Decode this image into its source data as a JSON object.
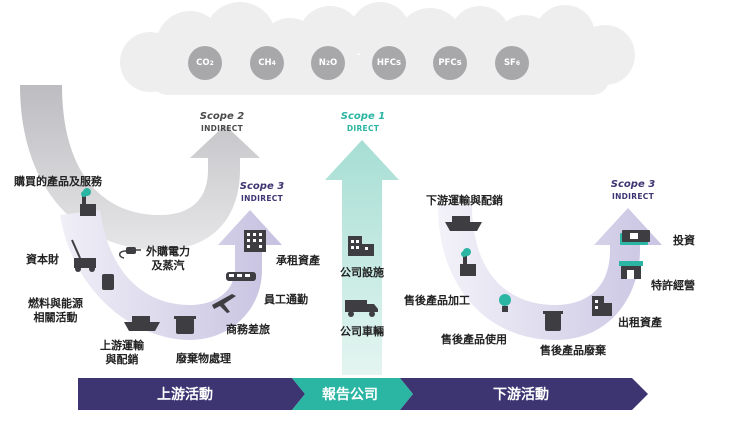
{
  "gases": [
    {
      "label": "CO",
      "sub": "2"
    },
    {
      "label": "CH",
      "sub": "4"
    },
    {
      "label": "N",
      "sub": "2",
      "tail": "O"
    },
    {
      "label": "HFCs"
    },
    {
      "label": "PFCs"
    },
    {
      "label": "SF",
      "sub": "6"
    }
  ],
  "scopes": {
    "scope2": {
      "title": "Scope 2",
      "subtitle": "INDIRECT",
      "color": "#4a4a4a"
    },
    "scope1": {
      "title": "Scope 1",
      "subtitle": "DIRECT",
      "color": "#2bb5a3"
    },
    "scope3_upstream": {
      "title": "Scope 3",
      "subtitle": "INDIRECT",
      "color": "#3d3472"
    },
    "scope3_downstream": {
      "title": "Scope 3",
      "subtitle": "INDIRECT",
      "color": "#3d3472"
    }
  },
  "upstream_items": {
    "purchased_goods": "購買的產品及服務",
    "capital_goods": "資本財",
    "fuel_energy": [
      "燃料與能源",
      "相關活動"
    ],
    "upstream_transport": [
      "上游運輸",
      "與配銷"
    ],
    "purchased_electricity": [
      "外購電力",
      "及蒸汽"
    ],
    "leased_assets": "承租資產",
    "employee_commuting": "員工通勤",
    "business_travel": "商務差旅",
    "waste": "廢棄物處理"
  },
  "company_items": {
    "facilities": "公司設施",
    "vehicles": "公司車輛"
  },
  "downstream_items": {
    "downstream_transport": "下游運輸與配銷",
    "processing": "售後產品加工",
    "use_of_products": "售後產品使用",
    "end_of_life": "售後產品廢棄",
    "leased_assets": "出租資產",
    "franchises": "特許經營",
    "investments": "投資"
  },
  "footer": {
    "upstream": "上游活動",
    "reporting": "報告公司",
    "downstream": "下游活動"
  },
  "colors": {
    "purple": "#3d3472",
    "teal": "#2bb5a3",
    "gray_arrow": "#c5c5c8",
    "light_purple": "#cfcbe5",
    "teal_light": "#bfe7e0",
    "icon": "#3d3d42"
  }
}
